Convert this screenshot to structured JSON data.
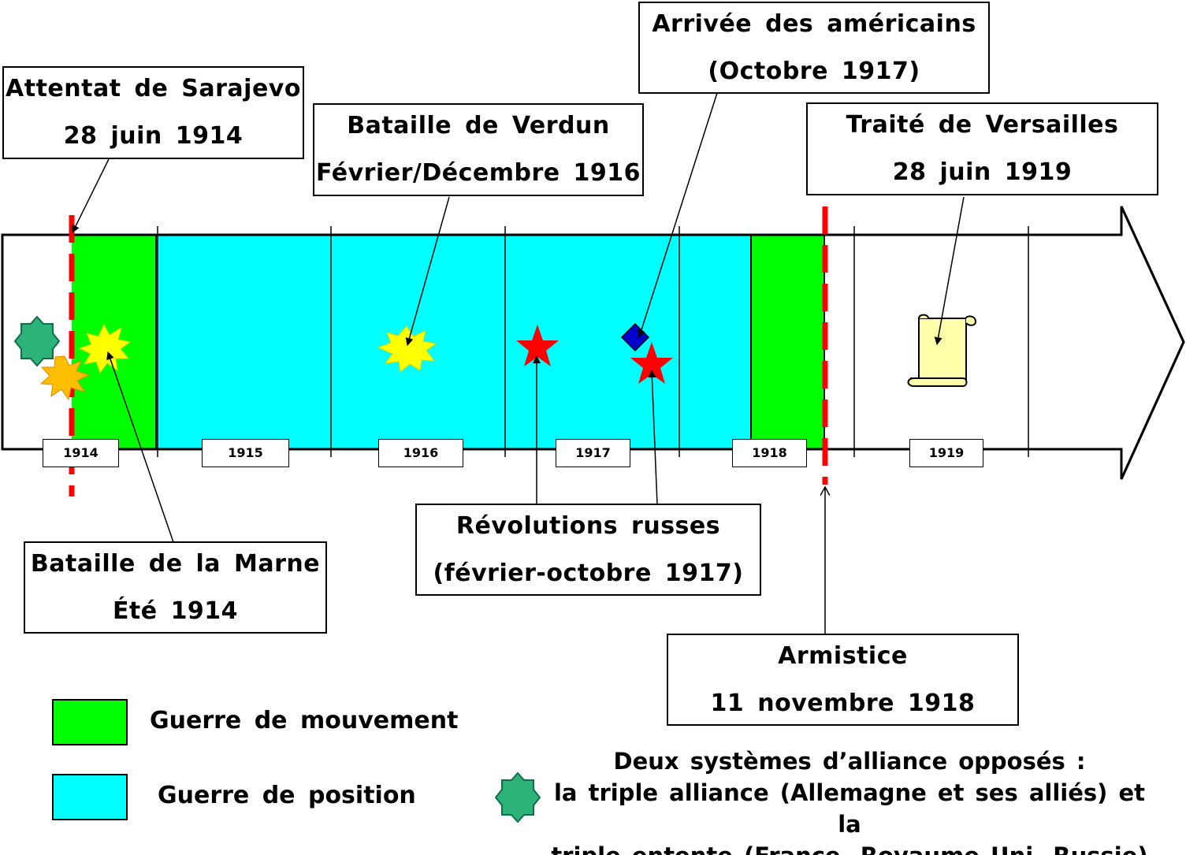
{
  "colors": {
    "movement": "#00ff00",
    "position": "#00ffff",
    "sarajevo_line": "#ff0000",
    "star": "#ff0000",
    "diamond": "#0000cc",
    "alliance_icon": "#2db37a",
    "battle_yellow": "#ffff00",
    "battle_orange": "#ffbf00",
    "scroll": "#ffffaa"
  },
  "years": [
    "1914",
    "1915",
    "1916",
    "1917",
    "1918",
    "1919"
  ],
  "events": {
    "sarajevo": {
      "line1": "Attentat de Sarajevo",
      "line2": "28 juin 1914"
    },
    "verdun": {
      "line1": "Bataille de Verdun",
      "line2": "Février/Décembre 1916"
    },
    "americains": {
      "line1": "Arrivée des américains",
      "line2": "(Octobre 1917)"
    },
    "versailles": {
      "line1": "Traité de Versailles",
      "line2": "28 juin 1919"
    },
    "marne": {
      "line1": "Bataille de la Marne",
      "line2": "Été 1914"
    },
    "revolutions": {
      "line1": "Révolutions russes",
      "line2": "(février-octobre 1917)"
    },
    "armistice": {
      "line1": "Armistice",
      "line2": "11 novembre 1918"
    }
  },
  "legend": {
    "movement": "Guerre de mouvement",
    "position": "Guerre de position"
  },
  "alliances": {
    "line1": "Deux systèmes d’alliance opposés :",
    "line2": "la triple alliance (Allemagne et ses alliés) et la",
    "line3": "triple entente (France, Royaume Uni, Russie)"
  }
}
